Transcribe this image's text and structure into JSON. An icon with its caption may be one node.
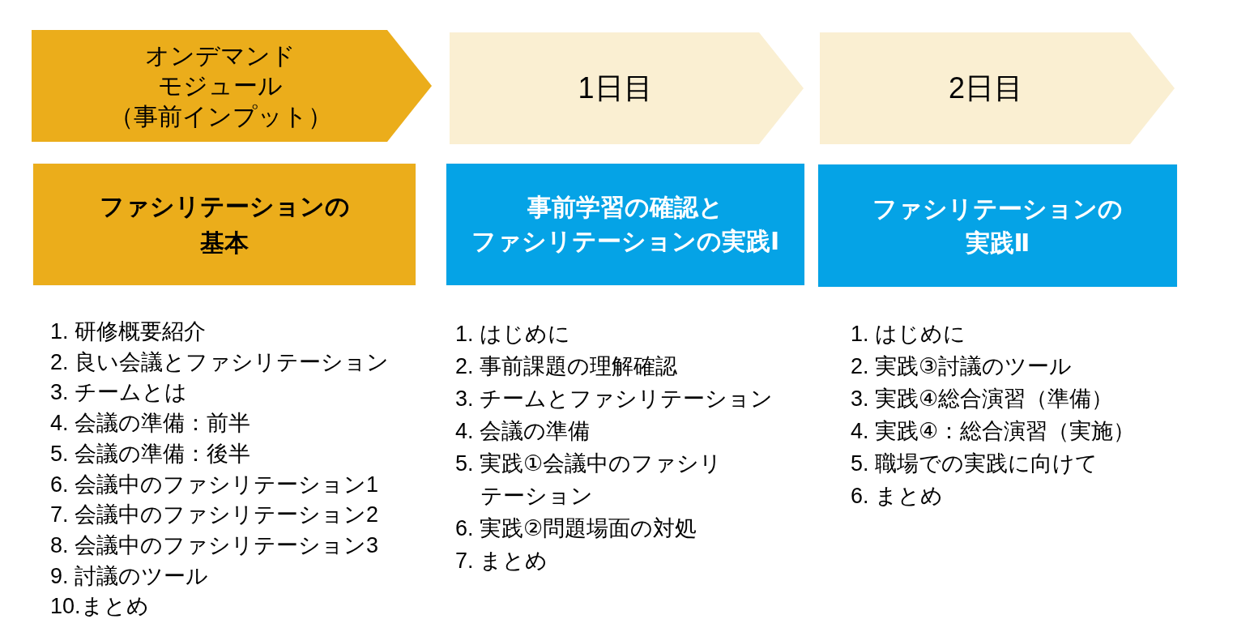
{
  "diagram": {
    "nodes": [
      {
        "text": [
          "オンデマンドモジュール（事前インプット）"
        ]
      },
      {
        "text": [
          "1日目"
        ]
      },
      {
        "text": [
          "2日目"
        ]
      },
      {
        "text": [
          "ファシリテーションの基本"
        ],
        "beside": [
          "1. 研修概要紹介",
          "2. 良い会議とファシリテーション",
          "3. チームとは",
          "4. 会議の準備：前半",
          "5. 会議の準備：後半",
          "6. 会議中のファシリテーション1",
          "7. 会議中のファシリテーション2",
          "8. 会議中のファシリテーション3",
          "9. 討議のツール",
          "10.まとめ"
        ]
      },
      {
        "text": [
          "事前学習の確認とファシリテーションの実践Ⅰ"
        ],
        "beside": [
          "1. はじめに",
          "2. 事前課題の理解確認",
          "3. チームとファシリテーション",
          "4. 会議の準備",
          "5. 実践①会議中のファシリテーション",
          "6. 実践②問題場面の対処",
          "7. まとめ"
        ]
      },
      {
        "text": [
          "ファシリテーションの実践Ⅱ"
        ],
        "beside": [
          "1. はじめに",
          "2. 実践③討議のツール",
          "3. 実践④総合演習（準備）",
          "4. 実践④：総合演習（実施）",
          "5. 職場での実践に向けて",
          "6. まとめ"
        ]
      }
    ]
  }
}
